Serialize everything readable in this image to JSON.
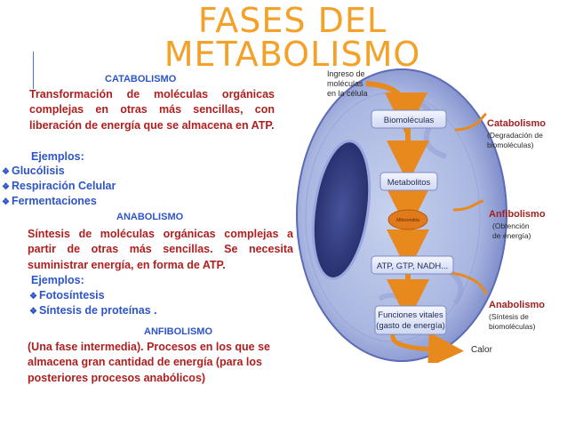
{
  "title": {
    "line1": "FASES DEL",
    "line2": "METABOLISMO"
  },
  "catabolismo": {
    "heading": "CATABOLISMO",
    "description": "Transformación de moléculas orgánicas complejas en otras más sencillas, con liberación de energía que se almacena en ATP.",
    "examples_label": "Ejemplos:",
    "examples": [
      "Glucólisis",
      "Respiración Celular",
      "Fermentaciones"
    ]
  },
  "anabolismo": {
    "heading": "ANABOLISMO",
    "description": "Síntesis de moléculas orgánicas complejas a partir de otras más sencillas. Se necesita suministrar energía, en forma de ATP.",
    "examples_label": "Ejemplos:",
    "examples": [
      "Fotosíntesis",
      "Síntesis de proteínas ."
    ]
  },
  "anfibolismo": {
    "heading": "ANFIBOLISMO",
    "description": "(Una fase intermedia). Procesos en los que se almacena gran cantidad de energía (para los posteriores procesos anabólicos)"
  },
  "diagram": {
    "ingreso": [
      "Ingreso de",
      "moléculas",
      "en la célula"
    ],
    "boxes": [
      "Biomoléculas",
      "Metabolitos",
      "Mitocondria",
      "ATP, GTP, NADH...",
      "Funciones vitales",
      "(gasto de energía)"
    ],
    "side_labels": {
      "catabolismo": "Catabolismo",
      "catabolismo_sub": [
        "(Degradación de",
        "biomoléculas)"
      ],
      "anfibolismo": "Anfibolismo",
      "anfibolismo_sub": [
        "(Obtención",
        "de energía)"
      ],
      "anabolismo": "Anabolismo",
      "anabolismo_sub": [
        "(Síntesis de",
        "biomoléculas)"
      ],
      "calor": "Calor"
    }
  }
}
